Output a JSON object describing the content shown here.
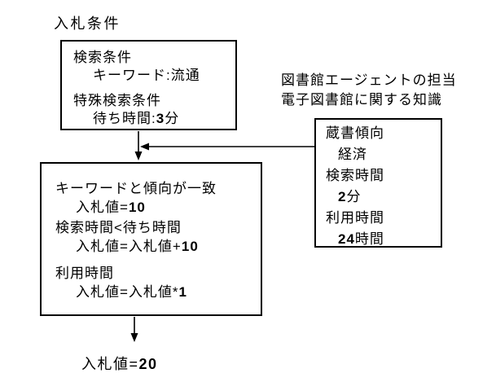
{
  "title": "入札条件",
  "bid_conditions_box": {
    "lines": [
      "検索条件",
      "キーワード:流通",
      "特殊検索条件",
      "待ち時間:3分"
    ]
  },
  "agent_knowledge_label": {
    "lines": [
      "図書館エージェントの担当",
      "電子図書館に関する知識"
    ]
  },
  "knowledge_box": {
    "lines": [
      "蔵書傾向",
      "経済",
      "検索時間",
      "2分",
      "利用時間",
      "24時間"
    ]
  },
  "bid_calculation_box": {
    "lines": [
      "キーワードと傾向が一致",
      "入札値=10",
      "検索時間<待ち時間",
      "入札値=入札値+10",
      "利用時間",
      "入札値=入札値*1"
    ]
  },
  "result_label": "入札値=20",
  "colors": {
    "background": "#ffffff",
    "foreground": "#000000"
  }
}
